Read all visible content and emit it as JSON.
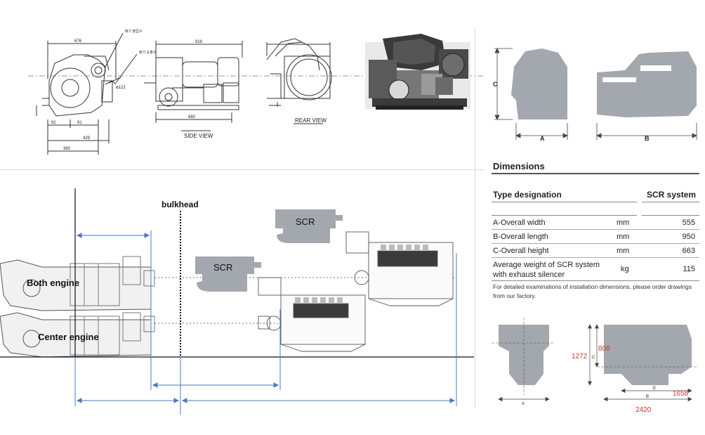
{
  "top_drawing": {
    "dims": {
      "d676": "676",
      "d918": "918",
      "d680": "680",
      "d380": "380",
      "d429": "429",
      "d91a": "91",
      "d91b": "91",
      "d122": "ø122"
    },
    "korean_labels": [
      "배기 출입구",
      "배기 도출구"
    ],
    "side_view": "SIDE VIEW",
    "rear_view": "REAR VIEW"
  },
  "install": {
    "bulkhead": "bulkhead",
    "scr_upper": "SCR",
    "scr_lower": "SCR",
    "both_engine": "Both engine",
    "center_engine": "Center engine"
  },
  "outline": {
    "label_c": "C",
    "label_a": "A",
    "label_b": "B"
  },
  "dimensions": {
    "title": "Dimensions",
    "col_type": "Type designation",
    "col_scr": "SCR system",
    "rows": [
      {
        "label": "A-Overall width",
        "unit": "mm",
        "value": "555"
      },
      {
        "label": "B-Overall length",
        "unit": "mm",
        "value": "950"
      },
      {
        "label": "C-Overall height",
        "unit": "mm",
        "value": "663"
      },
      {
        "label": "Average weight of SCR system\nwith exhaust silencer",
        "unit": "kg",
        "value": "115"
      }
    ],
    "note": "For detailed examinations of installation dimensions, please order drawings from our factory."
  },
  "bottom_outline": {
    "label_a": "A",
    "label_c": "C",
    "label_b": "B",
    "label_e": "E",
    "v1272": "1272",
    "v808": "808",
    "v1658": "1658",
    "v2420": "2420"
  },
  "colors": {
    "silhouette": "#a3a8af",
    "dim_blue": "#4a78c8",
    "red_dim": "#c0392b",
    "line": "#333333"
  }
}
